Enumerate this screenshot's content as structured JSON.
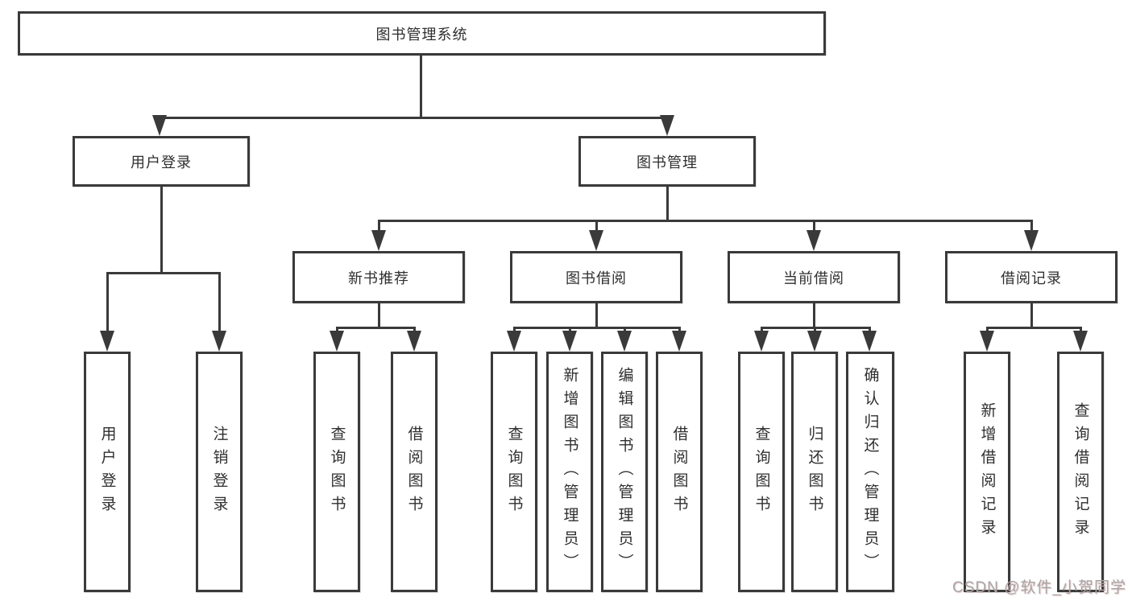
{
  "tree": {
    "root": {
      "label": "图书管理系统"
    },
    "branches": [
      {
        "label": "用户登录",
        "children": [
          {
            "label": "用户登录"
          },
          {
            "label": "注销登录"
          }
        ]
      },
      {
        "label": "图书管理",
        "children": [
          {
            "label": "新书推荐",
            "children": [
              {
                "label": "查询图书"
              },
              {
                "label": "借阅图书"
              }
            ]
          },
          {
            "label": "图书借阅",
            "children": [
              {
                "label": "查询图书"
              },
              {
                "label": "新增图书（管理员）"
              },
              {
                "label": "编辑图书（管理员）"
              },
              {
                "label": "借阅图书"
              }
            ]
          },
          {
            "label": "当前借阅",
            "children": [
              {
                "label": "查询图书"
              },
              {
                "label": "归还图书"
              },
              {
                "label": "确认归还（管理员）"
              }
            ]
          },
          {
            "label": "借阅记录",
            "children": [
              {
                "label": "新增借阅记录"
              },
              {
                "label": "查询借阅记录"
              }
            ]
          }
        ]
      }
    ]
  },
  "colors": {
    "line": "#3a3a3a",
    "text": "#2f2f2f",
    "background": "#ffffff",
    "watermark": "#a6a6a6"
  },
  "watermark": {
    "text": "CSDN @软件_小贺同学"
  }
}
